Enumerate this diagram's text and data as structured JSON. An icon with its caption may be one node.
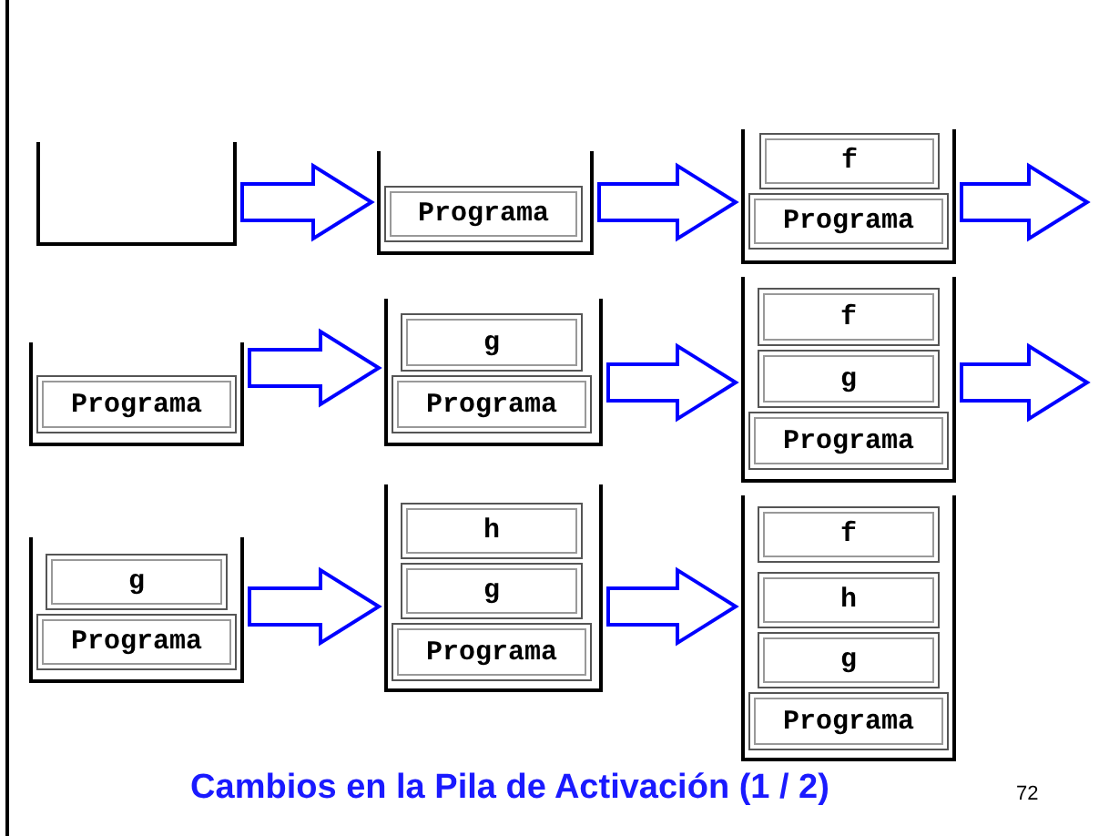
{
  "diagram": {
    "title": "Cambios en la Pila de Activación (1 / 2)",
    "nodes": [
      {
        "text": [],
        "shape": "box"
      },
      {
        "text": [],
        "shape": "box"
      },
      {
        "text": [
          "Programa"
        ],
        "in": 1
      },
      {
        "text": [],
        "shape": "box"
      },
      {
        "text": [
          "f"
        ],
        "in": 3
      },
      {
        "text": [
          "Programa"
        ],
        "in": 3
      },
      {
        "text": [],
        "shape": "box"
      },
      {
        "text": [
          "Programa"
        ],
        "in": 6
      },
      {
        "text": [],
        "shape": "box"
      },
      {
        "text": [
          "g"
        ],
        "in": 8
      },
      {
        "text": [
          "Programa"
        ],
        "in": 8
      },
      {
        "text": [],
        "shape": "box"
      },
      {
        "text": [
          "f"
        ],
        "in": 11
      },
      {
        "text": [
          "g"
        ],
        "in": 11
      },
      {
        "text": [
          "Programa"
        ],
        "in": 11
      },
      {
        "text": [],
        "shape": "box"
      },
      {
        "text": [
          "g"
        ],
        "in": 15
      },
      {
        "text": [
          "Programa"
        ],
        "in": 15
      },
      {
        "text": [],
        "shape": "box"
      },
      {
        "text": [
          "h"
        ],
        "in": 18
      },
      {
        "text": [
          "g"
        ],
        "in": 18
      },
      {
        "text": [
          "Programa"
        ],
        "in": 18
      },
      {
        "text": [],
        "shape": "box"
      },
      {
        "text": [
          "f"
        ],
        "in": 22
      },
      {
        "text": [
          "h"
        ],
        "in": 22
      },
      {
        "text": [
          "g"
        ],
        "in": 22
      },
      {
        "text": [
          "Programa"
        ],
        "in": 22
      }
    ],
    "edges": [
      {
        "from": 0,
        "to": 1,
        "arrow": "to"
      },
      {
        "from": 1,
        "to": 3,
        "arrow": "to"
      },
      {
        "from": 3,
        "to": null,
        "arrow": "to"
      },
      {
        "from": 6,
        "to": 8,
        "arrow": "to"
      },
      {
        "from": 8,
        "to": 11,
        "arrow": "to"
      },
      {
        "from": 11,
        "to": null,
        "arrow": "to"
      },
      {
        "from": 15,
        "to": 18,
        "arrow": "to"
      },
      {
        "from": 18,
        "to": 22,
        "arrow": "to"
      }
    ],
    "labels": [
      "72"
    ]
  }
}
